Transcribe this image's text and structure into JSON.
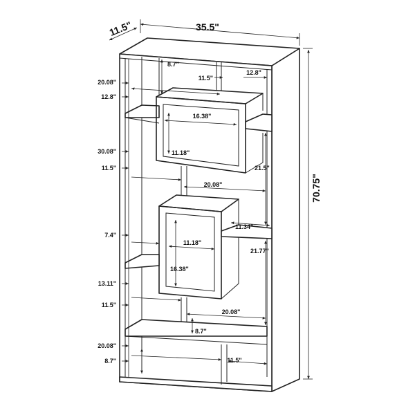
{
  "overall": {
    "width": "35.5\"",
    "depth": "11.5\"",
    "height": "70.75\""
  },
  "left_dimensions": [
    "20.08\"",
    "12.8\"",
    "30.08\"",
    "11.5\"",
    "7.4\"",
    "13.11\"",
    "11.5\"",
    "20.08\"",
    "8.7\""
  ],
  "inner_dimensions": {
    "top_left_height": "8.7\"",
    "top_center_width": "11.5\"",
    "top_right_width": "12.8\"",
    "upper_box_width": "16.38\"",
    "upper_box_height": "11.18\"",
    "right_upper_height": "21.5\"",
    "middle_width": "20.08\"",
    "right_shelf_width": "11.34\"",
    "lower_box_width": "11.18\"",
    "lower_box_height": "16.38\"",
    "right_lower_height": "21.77\"",
    "lower_width": "20.08\"",
    "lower_center_height": "8.7\"",
    "bottom_right_width": "11.5\""
  }
}
